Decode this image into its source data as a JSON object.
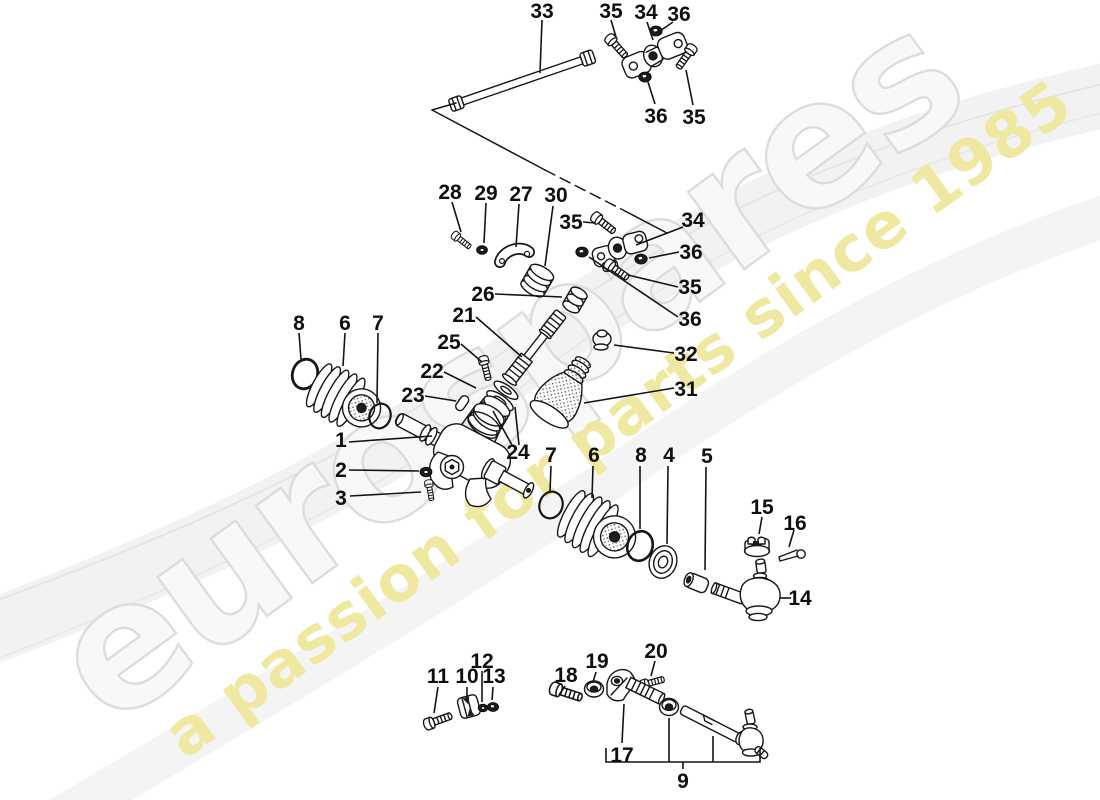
{
  "watermark": {
    "brand": "eurospares",
    "tagline": "a passion for parts since 1985",
    "brand_fill": "#f8f8f8",
    "brand_outline": "#dcdcdc",
    "tagline_color": "#efe8a0"
  },
  "diagram": {
    "callout_labels": [
      {
        "text": "33"
      },
      {
        "text": "35"
      },
      {
        "text": "34"
      },
      {
        "text": "36"
      },
      {
        "text": "36"
      },
      {
        "text": "35"
      },
      {
        "text": "28"
      },
      {
        "text": "29"
      },
      {
        "text": "27"
      },
      {
        "text": "30"
      },
      {
        "text": "35"
      },
      {
        "text": "34"
      },
      {
        "text": "36"
      },
      {
        "text": "35"
      },
      {
        "text": "36"
      },
      {
        "text": "26"
      },
      {
        "text": "21"
      },
      {
        "text": "25"
      },
      {
        "text": "22"
      },
      {
        "text": "23"
      },
      {
        "text": "24"
      },
      {
        "text": "32"
      },
      {
        "text": "31"
      },
      {
        "text": "8"
      },
      {
        "text": "6"
      },
      {
        "text": "7"
      },
      {
        "text": "1"
      },
      {
        "text": "2"
      },
      {
        "text": "3"
      },
      {
        "text": "7"
      },
      {
        "text": "6"
      },
      {
        "text": "8"
      },
      {
        "text": "4"
      },
      {
        "text": "5"
      },
      {
        "text": "15"
      },
      {
        "text": "16"
      },
      {
        "text": "14"
      },
      {
        "text": "11"
      },
      {
        "text": "10"
      },
      {
        "text": "12"
      },
      {
        "text": "13"
      },
      {
        "text": "18"
      },
      {
        "text": "19"
      },
      {
        "text": "20"
      },
      {
        "text": "17"
      },
      {
        "text": "9"
      }
    ]
  }
}
